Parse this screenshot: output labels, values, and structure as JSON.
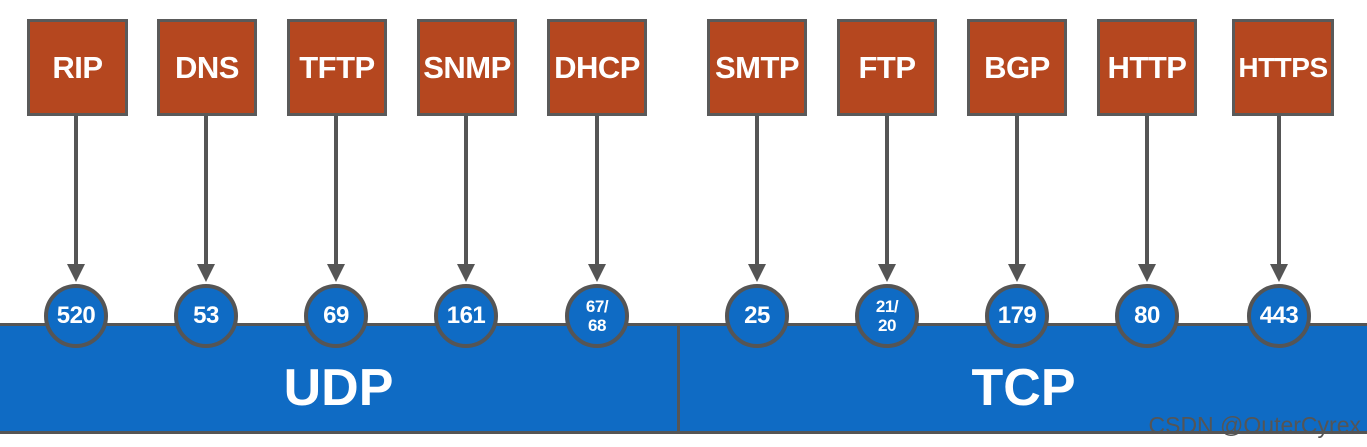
{
  "protocols": [
    {
      "label": "RIP",
      "port": "520"
    },
    {
      "label": "DNS",
      "port": "53"
    },
    {
      "label": "TFTP",
      "port": "69"
    },
    {
      "label": "SNMP",
      "port": "161"
    },
    {
      "label": "DHCP",
      "port_line1": "67/",
      "port_line2": "68"
    },
    {
      "label": "SMTP",
      "port": "25"
    },
    {
      "label": "FTP",
      "port_line1": "21/",
      "port_line2": "20"
    },
    {
      "label": "BGP",
      "port": "179"
    },
    {
      "label": "HTTP",
      "port": "80"
    },
    {
      "label": "HTTPS",
      "port": "443"
    }
  ],
  "transport": {
    "udp": "UDP",
    "tcp": "TCP"
  },
  "watermark": "CSDN @OuterCyrex",
  "colors": {
    "protocol_box": "#b5471f",
    "transport_bar": "#0f6bc4",
    "border": "#555555"
  }
}
